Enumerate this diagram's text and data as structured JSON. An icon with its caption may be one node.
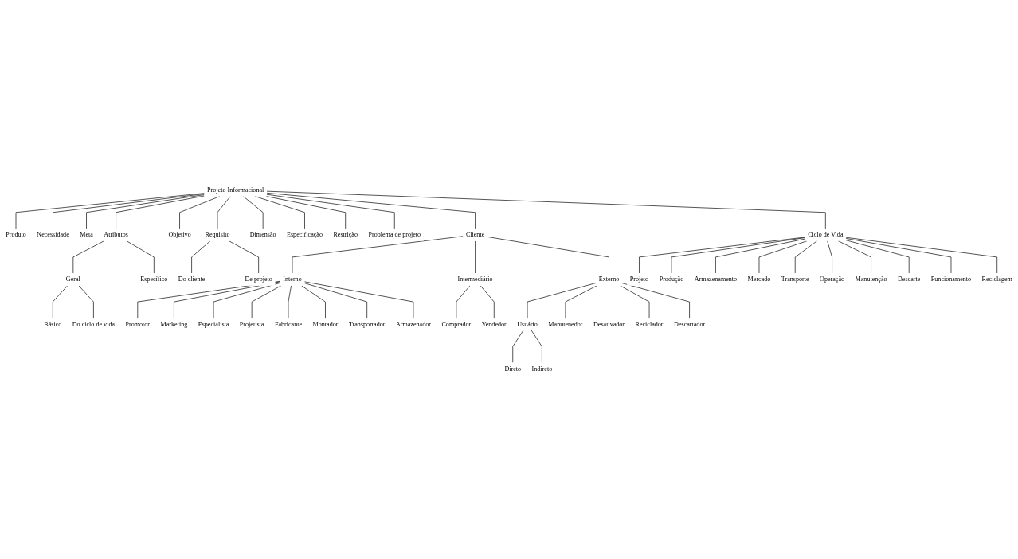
{
  "diagram": {
    "nodes": [
      {
        "text": [
          "Projeto Informacional"
        ]
      },
      {
        "text": [
          "Produto"
        ]
      },
      {
        "text": [
          "Necessidade"
        ]
      },
      {
        "text": [
          "Meta"
        ]
      },
      {
        "text": [
          "Atributos"
        ]
      },
      {
        "text": [
          "Geral"
        ]
      },
      {
        "text": [
          "Básico"
        ]
      },
      {
        "text": [
          "Do ciclo de vida"
        ]
      },
      {
        "text": [
          "Específico"
        ]
      },
      {
        "text": [
          "Objetivo"
        ]
      },
      {
        "text": [
          "Requisito"
        ]
      },
      {
        "text": [
          "Do cliente"
        ]
      },
      {
        "text": [
          "De projeto"
        ]
      },
      {
        "text": [
          "Dimensão"
        ]
      },
      {
        "text": [
          "Especificação"
        ]
      },
      {
        "text": [
          "Restrição"
        ]
      },
      {
        "text": [
          "Problema de projeto"
        ]
      },
      {
        "text": [
          "Cliente"
        ]
      },
      {
        "text": [
          "Interno"
        ]
      },
      {
        "text": [
          "Promotor"
        ]
      },
      {
        "text": [
          "Marketing"
        ]
      },
      {
        "text": [
          "Especialista"
        ]
      },
      {
        "text": [
          "Projetista"
        ]
      },
      {
        "text": [
          "Fabricante"
        ]
      },
      {
        "text": [
          "Montador"
        ]
      },
      {
        "text": [
          "Transportador"
        ]
      },
      {
        "text": [
          "Armazenador"
        ]
      },
      {
        "text": [
          "Intermediário"
        ]
      },
      {
        "text": [
          "Comprador"
        ]
      },
      {
        "text": [
          "Vendedor"
        ]
      },
      {
        "text": [
          "Externo"
        ]
      },
      {
        "text": [
          "Usuário"
        ]
      },
      {
        "text": [
          "Direto"
        ]
      },
      {
        "text": [
          "Indireto"
        ]
      },
      {
        "text": [
          "Manutenedor"
        ]
      },
      {
        "text": [
          "Desativador"
        ]
      },
      {
        "text": [
          "Reciclador"
        ]
      },
      {
        "text": [
          "Descartador"
        ]
      },
      {
        "text": [
          "Ciclo de Vida"
        ]
      },
      {
        "text": [
          "Projeto"
        ]
      },
      {
        "text": [
          "Produção"
        ]
      },
      {
        "text": [
          "Armazenamento"
        ]
      },
      {
        "text": [
          "Mercado"
        ]
      },
      {
        "text": [
          "Transporte"
        ]
      },
      {
        "text": [
          "Operação"
        ]
      },
      {
        "text": [
          "Manutenção"
        ]
      },
      {
        "text": [
          "Descarte"
        ]
      },
      {
        "text": [
          "Funcionamento"
        ]
      },
      {
        "text": [
          "Reciclagem"
        ]
      }
    ],
    "edges": [
      {
        "from": 0,
        "to": 1,
        "arrow": "none"
      },
      {
        "from": 0,
        "to": 2,
        "arrow": "none"
      },
      {
        "from": 0,
        "to": 3,
        "arrow": "none"
      },
      {
        "from": 0,
        "to": 4,
        "arrow": "none"
      },
      {
        "from": 4,
        "to": 5,
        "arrow": "none"
      },
      {
        "from": 5,
        "to": 6,
        "arrow": "none"
      },
      {
        "from": 5,
        "to": 7,
        "arrow": "none"
      },
      {
        "from": 4,
        "to": 8,
        "arrow": "none"
      },
      {
        "from": 0,
        "to": 9,
        "arrow": "none"
      },
      {
        "from": 0,
        "to": 10,
        "arrow": "none"
      },
      {
        "from": 10,
        "to": 11,
        "arrow": "none"
      },
      {
        "from": 10,
        "to": 12,
        "arrow": "none"
      },
      {
        "from": 0,
        "to": 13,
        "arrow": "none"
      },
      {
        "from": 0,
        "to": 14,
        "arrow": "none"
      },
      {
        "from": 0,
        "to": 15,
        "arrow": "none"
      },
      {
        "from": 0,
        "to": 16,
        "arrow": "none"
      },
      {
        "from": 0,
        "to": 17,
        "arrow": "none"
      },
      {
        "from": 17,
        "to": 18,
        "arrow": "none"
      },
      {
        "from": 18,
        "to": 19,
        "arrow": "none"
      },
      {
        "from": 18,
        "to": 20,
        "arrow": "none"
      },
      {
        "from": 18,
        "to": 21,
        "arrow": "none"
      },
      {
        "from": 18,
        "to": 22,
        "arrow": "none"
      },
      {
        "from": 18,
        "to": 23,
        "arrow": "none"
      },
      {
        "from": 18,
        "to": 24,
        "arrow": "none"
      },
      {
        "from": 18,
        "to": 25,
        "arrow": "none"
      },
      {
        "from": 18,
        "to": 26,
        "arrow": "none"
      },
      {
        "from": 17,
        "to": 27,
        "arrow": "none"
      },
      {
        "from": 27,
        "to": 28,
        "arrow": "none"
      },
      {
        "from": 27,
        "to": 29,
        "arrow": "none"
      },
      {
        "from": 17,
        "to": 30,
        "arrow": "none"
      },
      {
        "from": 30,
        "to": 31,
        "arrow": "none"
      },
      {
        "from": 31,
        "to": 32,
        "arrow": "none"
      },
      {
        "from": 31,
        "to": 33,
        "arrow": "none"
      },
      {
        "from": 30,
        "to": 34,
        "arrow": "none"
      },
      {
        "from": 30,
        "to": 35,
        "arrow": "none"
      },
      {
        "from": 30,
        "to": 36,
        "arrow": "none"
      },
      {
        "from": 30,
        "to": 37,
        "arrow": "none"
      },
      {
        "from": 0,
        "to": 38,
        "arrow": "none"
      },
      {
        "from": 38,
        "to": 39,
        "arrow": "none"
      },
      {
        "from": 38,
        "to": 40,
        "arrow": "none"
      },
      {
        "from": 38,
        "to": 41,
        "arrow": "none"
      },
      {
        "from": 38,
        "to": 42,
        "arrow": "none"
      },
      {
        "from": 38,
        "to": 43,
        "arrow": "none"
      },
      {
        "from": 38,
        "to": 44,
        "arrow": "none"
      },
      {
        "from": 38,
        "to": 45,
        "arrow": "none"
      },
      {
        "from": 38,
        "to": 46,
        "arrow": "none"
      },
      {
        "from": 38,
        "to": 47,
        "arrow": "none"
      },
      {
        "from": 38,
        "to": 48,
        "arrow": "none"
      }
    ]
  }
}
